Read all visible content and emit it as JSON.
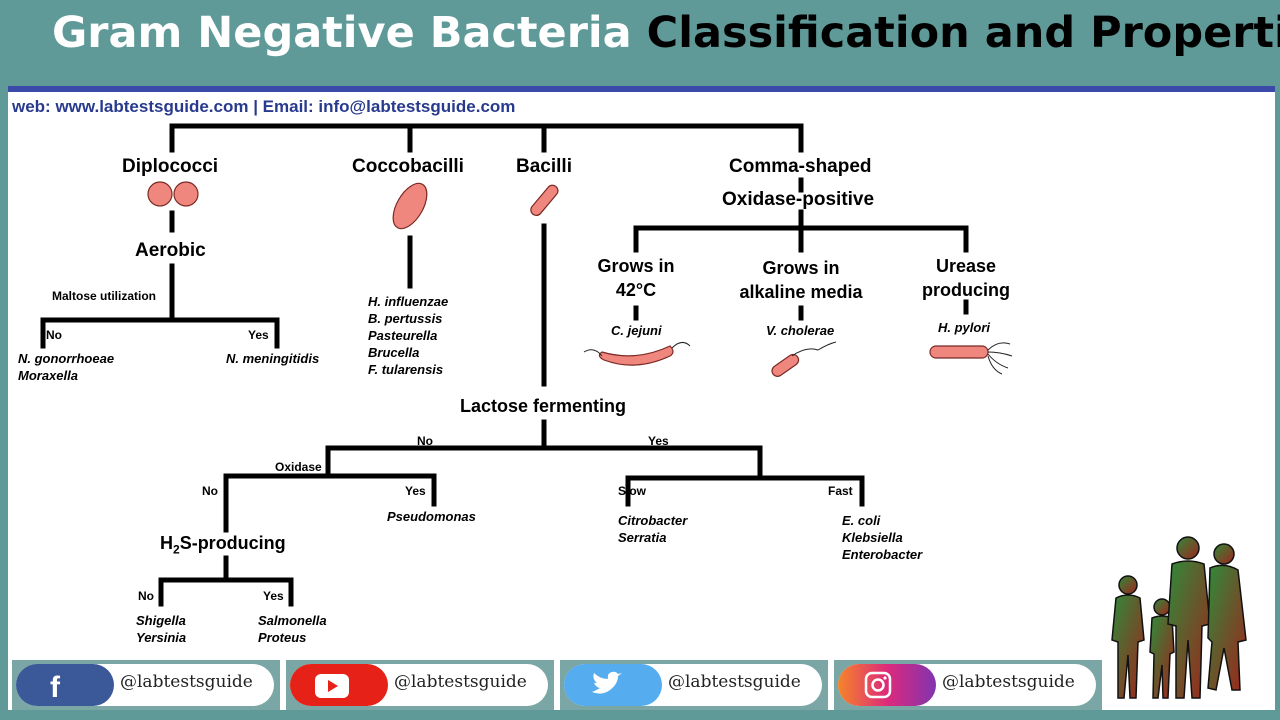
{
  "header": {
    "title_part1": "Gram Negative Bacteria",
    "title_part2": "Classification and Properties",
    "contact": "web:  www.labtestsguide.com   |  Email: info@labtestsguide.com"
  },
  "tree": {
    "diplococci": "Diplococci",
    "coccobacilli": "Coccobacilli",
    "bacilli": "Bacilli",
    "comma_shaped": "Comma-shaped",
    "oxidase_positive": "Oxidase-positive",
    "aerobic": "Aerobic",
    "maltose_utilization": "Maltose utilization",
    "maltose_no": "No",
    "maltose_yes": "Yes",
    "maltose_no_species": [
      "N. gonorrhoeae",
      "Moraxella"
    ],
    "maltose_yes_species": [
      "N. meningitidis"
    ],
    "coccobacilli_species": [
      "H. influenzae",
      "B. pertussis",
      "Pasteurella",
      "Brucella",
      "F. tularensis"
    ],
    "grows_42_line1": "Grows in",
    "grows_42_line2": "42°C",
    "grows_alk_line1": "Grows in",
    "grows_alk_line2": "alkaline media",
    "urease_line1": "Urease",
    "urease_line2": "producing",
    "grows_42_species": "C. jejuni",
    "grows_alk_species": "V. cholerae",
    "urease_species": "H. pylori",
    "lactose_fermenting": "Lactose fermenting",
    "lactose_no": "No",
    "lactose_yes": "Yes",
    "oxidase": "Oxidase",
    "oxidase_no": "No",
    "oxidase_yes": "Yes",
    "oxidase_yes_species": [
      "Pseudomonas"
    ],
    "h2s_prefix": "H",
    "h2s_sub": "2",
    "h2s_suffix": "S-producing",
    "h2s_no": "No",
    "h2s_yes": "Yes",
    "h2s_no_species": [
      "Shigella",
      "Yersinia"
    ],
    "h2s_yes_species": [
      "Salmonella",
      "Proteus"
    ],
    "slow": "Slow",
    "fast": "Fast",
    "slow_species": [
      "Citrobacter",
      "Serratia"
    ],
    "fast_species": [
      "E. coli",
      "Klebsiella",
      "Enterobacter"
    ]
  },
  "social": [
    {
      "platform": "facebook",
      "handle": "@labtestsguide",
      "color": "#3b5998",
      "icon": "facebook-icon"
    },
    {
      "platform": "youtube",
      "handle": "@labtestsguide",
      "color": "#e62117",
      "icon": "youtube-icon"
    },
    {
      "platform": "twitter",
      "handle": "@labtestsguide",
      "color": "#55acee",
      "icon": "twitter-icon"
    },
    {
      "platform": "instagram",
      "handle": "@labtestsguide",
      "color": "#c13584",
      "icon": "instagram-icon"
    }
  ],
  "colors": {
    "frame": "#5f9a98",
    "accent_bar": "#3b4aa8",
    "bacteria_fill": "#f0877f",
    "link_text": "#283a8e"
  }
}
